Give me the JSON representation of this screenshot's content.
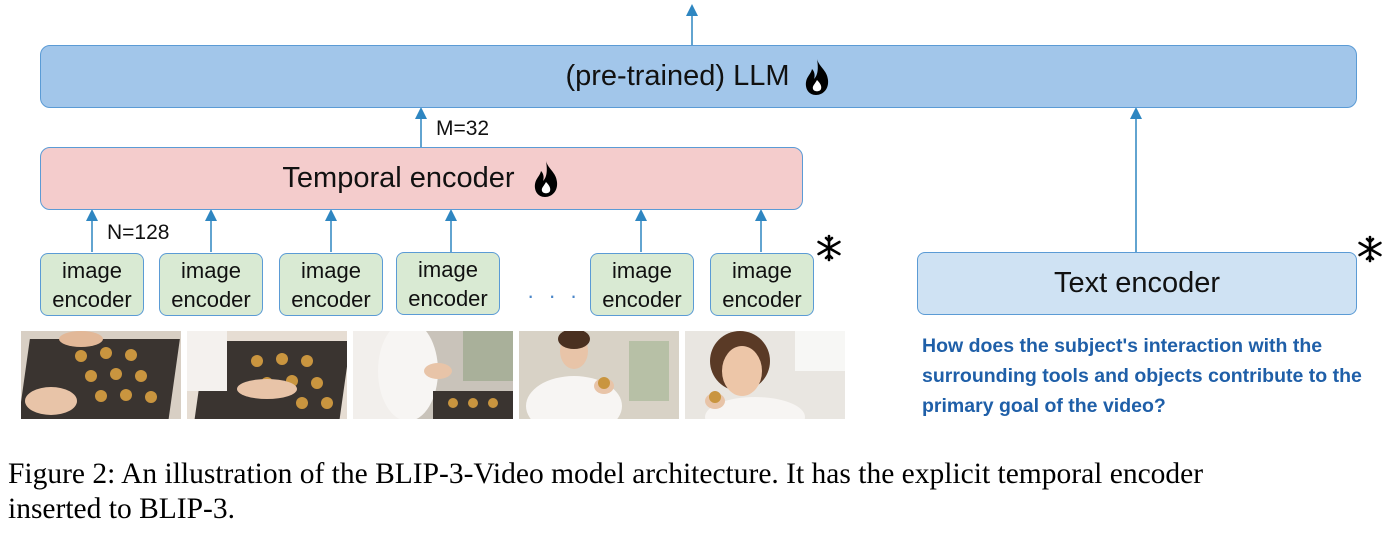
{
  "llm": {
    "label": "(pre-trained) LLM"
  },
  "temporal_encoder": {
    "label": "Temporal encoder"
  },
  "text_encoder": {
    "label": "Text encoder"
  },
  "labels": {
    "m": "M=32",
    "n": "N=128"
  },
  "image_encoders": [
    {
      "line1": "image",
      "line2": "encoder"
    },
    {
      "line1": "image",
      "line2": "encoder"
    },
    {
      "line1": "image",
      "line2": "encoder"
    },
    {
      "line1": "image",
      "line2": "encoder"
    },
    {
      "line1": "image",
      "line2": "encoder"
    },
    {
      "line1": "image",
      "line2": "encoder"
    }
  ],
  "ellipsis": "· · ·",
  "question": "How does the subject's interaction with the surrounding tools and objects contribute to the primary goal of the video?",
  "caption": {
    "line1": "Figure 2: An illustration of the BLIP-3-Video model architecture. It has the explicit temporal encoder",
    "line2": "inserted to BLIP-3."
  },
  "icons": {
    "trainable": "fire-icon",
    "frozen": "snowflake-icon"
  },
  "colors": {
    "llm": "#a2c6ea",
    "temporal": "#f4cccc",
    "image_encoder": "#d9ead3",
    "text_encoder": "#cfe2f3",
    "arrow": "#2e86c1",
    "question": "#1f5fa8"
  },
  "frames": [
    {
      "scene": "hands-placing-cookies-on-tray"
    },
    {
      "scene": "hand-over-cookie-tray"
    },
    {
      "scene": "person-at-counter"
    },
    {
      "scene": "woman-holding-cookie"
    },
    {
      "scene": "woman-eating-cookie"
    }
  ]
}
